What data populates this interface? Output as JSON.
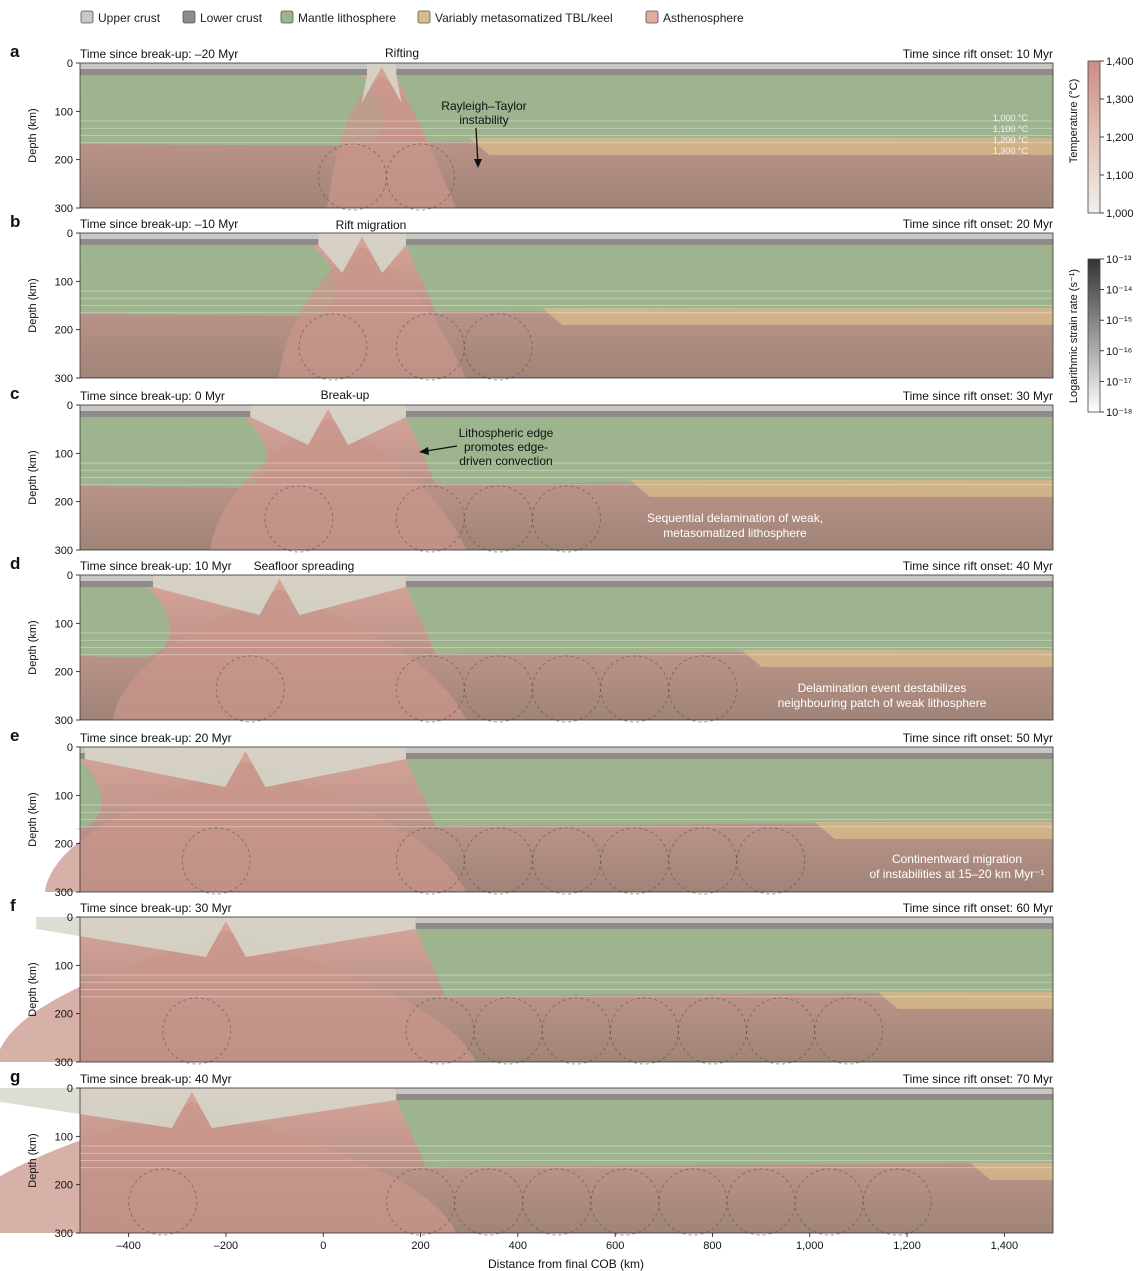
{
  "legend": [
    {
      "label": "Upper crust",
      "color": "#c9c6c3"
    },
    {
      "label": "Lower crust",
      "color": "#8e8b89"
    },
    {
      "label": "Mantle lithosphere",
      "color": "#9bb58e"
    },
    {
      "label": "Variably metasomatized TBL/keel",
      "color": "#d8bd8a"
    },
    {
      "label": "Asthenosphere",
      "color": "#e3aaa0"
    }
  ],
  "panels": [
    {
      "letter": "a",
      "break_up": "Time since break-up: –20 Myr",
      "rift_onset": "Time since rift onset: 10 Myr",
      "labels": [
        {
          "text": "Rifting",
          "style": "dark"
        },
        {
          "text": "Rayleigh–Taylor",
          "style": "dark"
        },
        {
          "text": "instability",
          "style": "dark"
        }
      ],
      "isotherms": [
        "1,000 °C",
        "1,100 °C",
        "1,200 °C",
        "1,300 °C"
      ]
    },
    {
      "letter": "b",
      "break_up": "Time since break-up: –10 Myr",
      "rift_onset": "Time since rift onset: 20 Myr",
      "labels": [
        {
          "text": "Rift migration",
          "style": "dark"
        }
      ],
      "isotherms": []
    },
    {
      "letter": "c",
      "break_up": "Time since break-up: 0 Myr",
      "rift_onset": "Time since rift onset: 30 Myr",
      "labels": [
        {
          "text": "Break-up",
          "style": "dark"
        },
        {
          "text": "Lithospheric edge",
          "style": "dark"
        },
        {
          "text": "promotes edge-",
          "style": "dark"
        },
        {
          "text": "driven convection",
          "style": "dark"
        },
        {
          "text": "Sequential delamination of weak,",
          "style": "light"
        },
        {
          "text": "metasomatized lithosphere",
          "style": "light"
        }
      ],
      "isotherms": []
    },
    {
      "letter": "d",
      "break_up": "Time since break-up: 10 Myr",
      "rift_onset": "Time since rift onset: 40 Myr",
      "labels": [
        {
          "text": "Seafloor spreading",
          "style": "dark"
        },
        {
          "text": "Delamination event destabilizes",
          "style": "light"
        },
        {
          "text": "neighbouring patch of weak lithosphere",
          "style": "light"
        }
      ],
      "isotherms": []
    },
    {
      "letter": "e",
      "break_up": "Time since break-up: 20 Myr",
      "rift_onset": "Time since rift onset: 50 Myr",
      "labels": [
        {
          "text": "Continentward migration",
          "style": "light"
        },
        {
          "text": "of instabilities at 15–20 km Myr⁻¹",
          "style": "light"
        }
      ],
      "isotherms": []
    },
    {
      "letter": "f",
      "break_up": "Time since break-up: 30 Myr",
      "rift_onset": "Time since rift onset: 60 Myr",
      "labels": [],
      "isotherms": []
    },
    {
      "letter": "g",
      "break_up": "Time since break-up: 40 Myr",
      "rift_onset": "Time since rift onset: 70 Myr",
      "labels": [],
      "isotherms": []
    }
  ],
  "axes": {
    "y_label": "Depth (km)",
    "y_ticks": [
      "0",
      "100",
      "200",
      "300"
    ],
    "x_label": "Distance from final COB (km)",
    "x_ticks": [
      "–400",
      "–200",
      "0",
      "200",
      "400",
      "600",
      "800",
      "1,000",
      "1,200",
      "1,400"
    ],
    "x_range": [
      -500,
      1500
    ],
    "y_range": [
      0,
      300
    ]
  },
  "colorbars": {
    "temperature": {
      "label": "Temperature (°C)",
      "ticks": [
        "1,400",
        "1,300",
        "1,200",
        "1,100",
        "1,000"
      ],
      "range": [
        1000,
        1400
      ]
    },
    "strain": {
      "label": "Logarithmic strain rate (s⁻¹)",
      "ticks": [
        "10⁻¹³",
        "10⁻¹⁴",
        "10⁻¹⁵",
        "10⁻¹⁶",
        "10⁻¹⁷",
        "10⁻¹⁸"
      ],
      "range": [
        -18,
        -13
      ]
    }
  },
  "model": {
    "rift_x": [
      120,
      80,
      10,
      -90,
      -160,
      -200,
      -270
    ],
    "ocean_halfwidth": [
      30,
      90,
      160,
      260,
      330,
      390,
      420
    ],
    "delamination_front_x": [
      300,
      450,
      630,
      860,
      1010,
      1140,
      1330
    ],
    "moho_depth": 30,
    "lab_depth": 155,
    "keel_base_depth": 190
  }
}
